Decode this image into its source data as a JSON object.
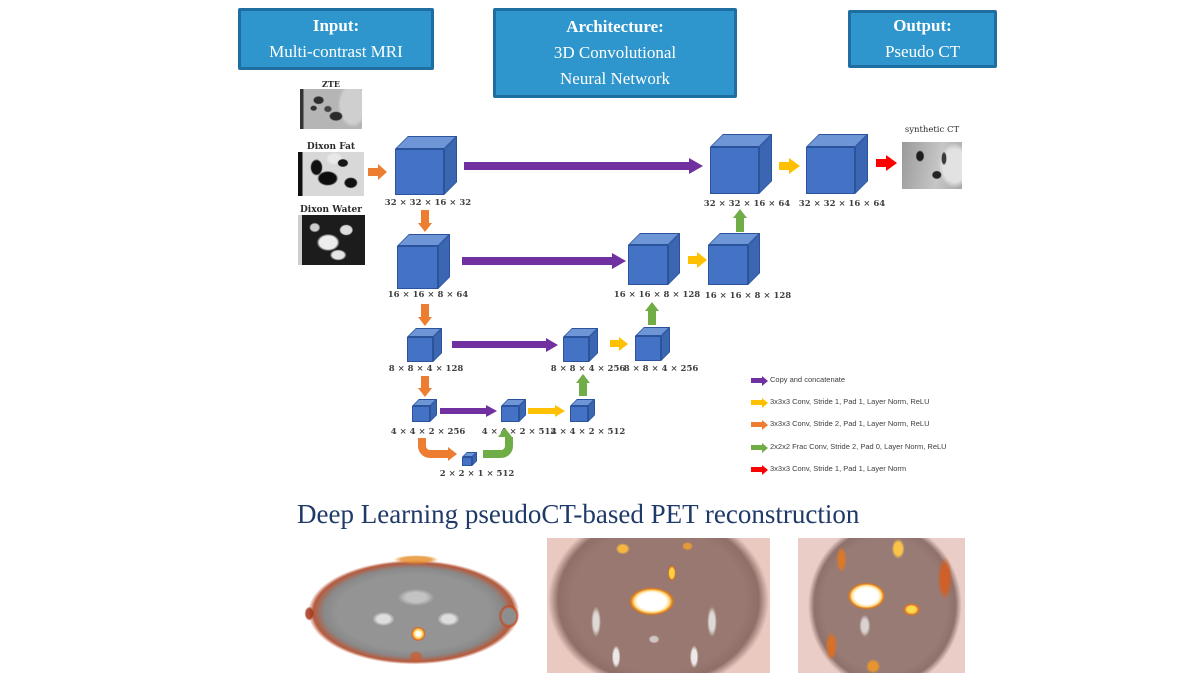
{
  "header": {
    "boxes": [
      {
        "title": "Input:",
        "lines": [
          "Multi-contrast MRI"
        ]
      },
      {
        "title": "Architecture:",
        "lines": [
          "3D Convolutional",
          "Neural Network"
        ]
      },
      {
        "title": "Output:",
        "lines": [
          "Pseudo CT"
        ]
      }
    ]
  },
  "inputs": {
    "items": [
      {
        "label": "ZTE"
      },
      {
        "label": "Dixon Fat"
      },
      {
        "label": "Dixon Water"
      }
    ]
  },
  "output": {
    "label": "synthetic CT"
  },
  "network": {
    "rows": [
      {
        "labels": [
          "32 × 32 × 16 × 32",
          "32 × 32 × 16 × 64",
          "32 × 32 × 16 × 64"
        ]
      },
      {
        "labels": [
          "16 × 16 × 8 × 64",
          "16 × 16 × 8 × 128",
          "16 × 16 × 8 × 128"
        ]
      },
      {
        "labels": [
          "8 × 8 × 4 × 128",
          "8 × 8 × 4 × 256",
          "8 × 8 × 4 × 256"
        ]
      },
      {
        "labels": [
          "4 × 4 × 2 × 256",
          "4 × 4 × 2 × 512",
          "4 × 4 × 2 × 512"
        ]
      }
    ],
    "bottleneck_label": "2 × 2 × 1 × 512"
  },
  "legend": {
    "items": [
      {
        "label": "Copy and concatenate",
        "color": "#7030A0"
      },
      {
        "label": "3x3x3 Conv, Stride 1, Pad 1, Layer Norm,  ReLU",
        "color": "#FFC000"
      },
      {
        "label": "3x3x3 Conv, Stride 2, Pad 1, Layer Norm,  ReLU",
        "color": "#ED7D31"
      },
      {
        "label": "2x2x2 Frac Conv, Stride 2, Pad 0, Layer Norm,  ReLU",
        "color": "#70AD47"
      },
      {
        "label": "3x3x3 Conv, Stride 1, Pad 1, Layer Norm",
        "color": "#FF0000"
      }
    ]
  },
  "bottom": {
    "title": "Deep Learning pseudoCT-based PET reconstruction"
  },
  "colors": {
    "purple": "#7030A0",
    "yellow": "#FFC000",
    "orange": "#ED7D31",
    "green": "#70AD47",
    "red": "#FF0000",
    "box_fill": "#2E96CC",
    "box_border": "#1E6EA2",
    "cube_front": "#4472C4",
    "cube_top": "#6E96D6",
    "cube_side": "#3A66B2",
    "cube_edge": "#2B539C",
    "title_color": "#1F3A68"
  }
}
